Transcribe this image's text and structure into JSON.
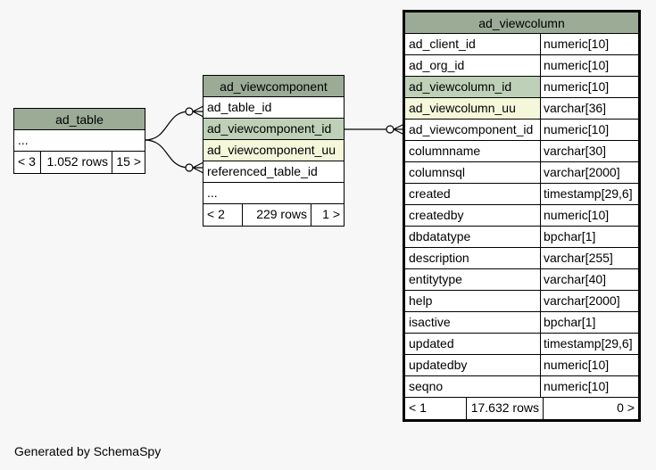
{
  "tables": {
    "ad_table": {
      "name": "ad_table",
      "rows": [
        "..."
      ],
      "footer": {
        "parents": "< 3",
        "rows": "1.052 rows",
        "children": "15 >"
      }
    },
    "ad_viewcomponent": {
      "name": "ad_viewcomponent",
      "rows": [
        "ad_table_id",
        "ad_viewcomponent_id",
        "ad_viewcomponent_uu",
        "referenced_table_id",
        "..."
      ],
      "footer": {
        "parents": "< 2",
        "rows": "229 rows",
        "children": "1 >"
      }
    },
    "ad_viewcolumn": {
      "name": "ad_viewcolumn",
      "columns": [
        {
          "name": "ad_client_id",
          "type": "numeric[10]"
        },
        {
          "name": "ad_org_id",
          "type": "numeric[10]"
        },
        {
          "name": "ad_viewcolumn_id",
          "type": "numeric[10]"
        },
        {
          "name": "ad_viewcolumn_uu",
          "type": "varchar[36]"
        },
        {
          "name": "ad_viewcomponent_id",
          "type": "numeric[10]"
        },
        {
          "name": "columnname",
          "type": "varchar[30]"
        },
        {
          "name": "columnsql",
          "type": "varchar[2000]"
        },
        {
          "name": "created",
          "type": "timestamp[29,6]"
        },
        {
          "name": "createdby",
          "type": "numeric[10]"
        },
        {
          "name": "dbdatatype",
          "type": "bpchar[1]"
        },
        {
          "name": "description",
          "type": "varchar[255]"
        },
        {
          "name": "entitytype",
          "type": "varchar[40]"
        },
        {
          "name": "help",
          "type": "varchar[2000]"
        },
        {
          "name": "isactive",
          "type": "bpchar[1]"
        },
        {
          "name": "updated",
          "type": "timestamp[29,6]"
        },
        {
          "name": "updatedby",
          "type": "numeric[10]"
        },
        {
          "name": "seqno",
          "type": "numeric[10]"
        }
      ],
      "footer": {
        "parents": "< 1",
        "rows": "17.632 rows",
        "children": "0 >"
      }
    }
  },
  "colors": {
    "header": "#9bab96",
    "primary_key": "#bed1b8",
    "unique_key": "#f4f7da",
    "background": "#f7f7f7"
  },
  "credit": "Generated by SchemaSpy"
}
